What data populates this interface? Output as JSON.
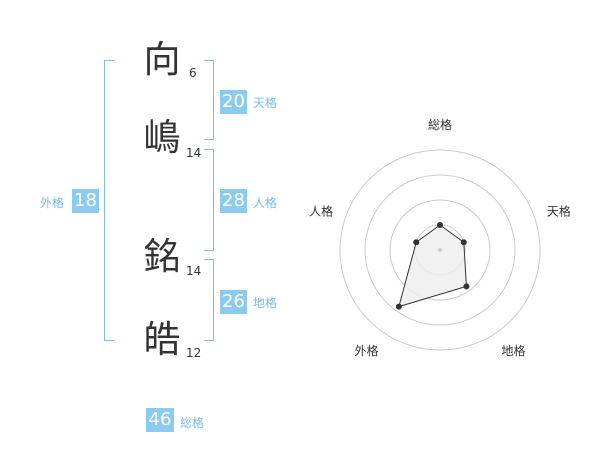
{
  "characters": [
    {
      "char": "向",
      "strokes": "6"
    },
    {
      "char": "嶋",
      "strokes": "14"
    },
    {
      "char": "銘",
      "strokes": "14"
    },
    {
      "char": "皓",
      "strokes": "12"
    }
  ],
  "kakusu": {
    "tenkaku": {
      "value": "20",
      "label": "天格"
    },
    "jinkaku": {
      "value": "28",
      "label": "人格"
    },
    "chikaku": {
      "value": "26",
      "label": "地格"
    },
    "gaikaku": {
      "value": "18",
      "label": "外格"
    },
    "soukaku": {
      "value": "46",
      "label": "総格"
    }
  },
  "radar": {
    "labels": [
      "総格",
      "天格",
      "地格",
      "外格",
      "人格"
    ],
    "values": [
      0.25,
      0.25,
      0.45,
      0.7,
      0.25
    ],
    "colors": {
      "fill": "#eeeeee",
      "line": "#333333",
      "ring": "#cccccc"
    }
  },
  "colors": {
    "accent": "#8ccbf0",
    "accent_text": "#79bde8"
  }
}
